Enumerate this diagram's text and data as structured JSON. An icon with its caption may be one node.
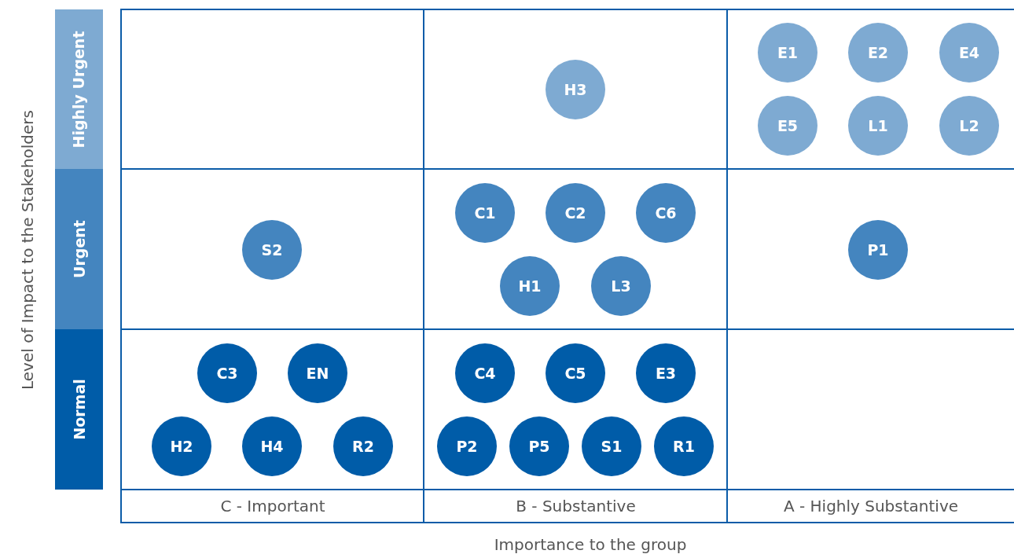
{
  "diagram": {
    "nodes": [
      {
        "text": [
          "Highly Urgent"
        ]
      },
      {
        "text": [
          "Urgent"
        ]
      },
      {
        "text": [
          "Normal"
        ]
      },
      {
        "text": [
          "H3"
        ]
      },
      {
        "text": [
          "E1"
        ]
      },
      {
        "text": [
          "E2"
        ]
      },
      {
        "text": [
          "E4"
        ]
      },
      {
        "text": [
          "E5"
        ]
      },
      {
        "text": [
          "L1"
        ]
      },
      {
        "text": [
          "L2"
        ]
      },
      {
        "text": [
          "S2"
        ]
      },
      {
        "text": [
          "C1"
        ]
      },
      {
        "text": [
          "C2"
        ]
      },
      {
        "text": [
          "C6"
        ]
      },
      {
        "text": [
          "P1"
        ]
      },
      {
        "text": [
          "H1"
        ]
      },
      {
        "text": [
          "L3"
        ]
      },
      {
        "text": [
          "C3"
        ]
      },
      {
        "text": [
          "EN"
        ]
      },
      {
        "text": [
          "C4"
        ]
      },
      {
        "text": [
          "C5"
        ]
      },
      {
        "text": [
          "E3"
        ]
      },
      {
        "text": [
          "H2"
        ]
      },
      {
        "text": [
          "H4"
        ]
      },
      {
        "text": [
          "R2"
        ]
      },
      {
        "text": [
          "P2"
        ]
      },
      {
        "text": [
          "P5"
        ]
      },
      {
        "text": [
          "S1"
        ]
      },
      {
        "text": [
          "R1"
        ]
      },
      {
        "text": [
          "C - Important"
        ]
      },
      {
        "text": [
          "B - Substantive"
        ]
      },
      {
        "text": [
          "A - Highly Substantive"
        ]
      }
    ],
    "edges": [],
    "labels": [
      "Level of Impact to the Stakeholders",
      "Importance to the group"
    ]
  }
}
